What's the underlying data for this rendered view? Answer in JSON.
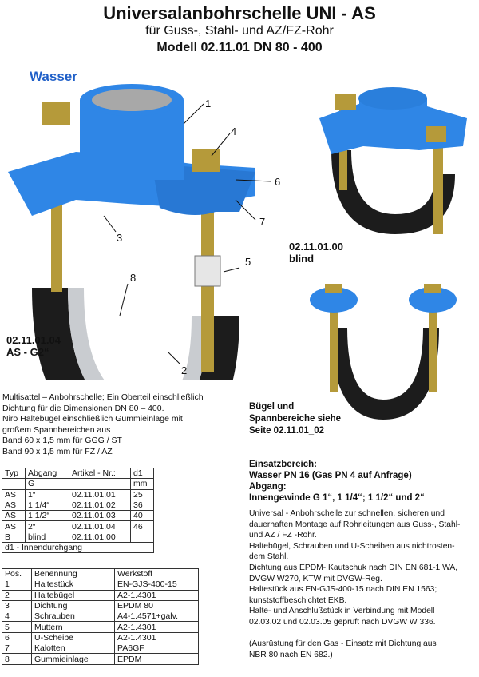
{
  "header": {
    "title": "Universalanbohrschelle  UNI - AS",
    "subtitle": "für Guss-, Stahl- und AZ/FZ-Rohr",
    "model": "Modell 02.11.01    DN 80 - 400"
  },
  "medium_label": "Wasser",
  "callouts": [
    "1",
    "4",
    "6",
    "7",
    "5",
    "3",
    "8",
    "2"
  ],
  "figures": {
    "main_caption": [
      "02.11.01.04",
      "AS - G2“"
    ],
    "blind_caption": [
      "02.11.01.00",
      "blind"
    ],
    "bracket_caption": [
      "Bügel und",
      "Spannbereiche siehe",
      "Seite 02.11.01_02"
    ]
  },
  "description_left": [
    "Multisattel – Anbohrschelle; Ein Oberteil einschließlich",
    "Dichtung für die Dimensionen DN 80 – 400.",
    "Niro Haltebügel einschließlich Gummieinlage mit",
    "großem Spannbereichen aus",
    "Band 60 x 1,5 mm für GGG  / ST",
    "Band 90 x 1,5 mm für FZ / AZ"
  ],
  "variants_table": {
    "headers": [
      "Typ",
      "Abgang",
      "Artikel - Nr.:",
      "d1"
    ],
    "subheaders": [
      "",
      "G",
      "",
      "mm"
    ],
    "rows": [
      [
        "AS",
        "1“",
        "02.11.01.01",
        "25"
      ],
      [
        "AS",
        "1 1/4“",
        "02.11.01.02",
        "36"
      ],
      [
        "AS",
        "1 1/2“",
        "02.11.01.03",
        "40"
      ],
      [
        "AS",
        "2“",
        "02.11.01.04",
        "46"
      ],
      [
        "B",
        "blind",
        "02.11.01.00",
        ""
      ]
    ],
    "footnote": "d1 -  Innendurchgang"
  },
  "parts_table": {
    "headers": [
      "Pos.",
      "Benennung",
      "Werkstoff"
    ],
    "rows": [
      [
        "1",
        "Haltestück",
        "EN-GJS-400-15"
      ],
      [
        "2",
        "Haltebügel",
        "A2-1.4301"
      ],
      [
        "3",
        "Dichtung",
        "EPDM 80"
      ],
      [
        "4",
        "Schrauben",
        "A4-1.4571+galv."
      ],
      [
        "5",
        "Muttern",
        "A2-1.4301"
      ],
      [
        "6",
        "U-Scheibe",
        "A2-1.4301"
      ],
      [
        "7",
        "Kalotten",
        "PA6GF"
      ],
      [
        "8",
        "Gummieinlage",
        "EPDM"
      ]
    ]
  },
  "usage": {
    "heading": "Einsatzbereich:",
    "line1": "Wasser PN 16 (Gas  PN 4 auf Anfrage)",
    "outlet_heading": "Abgang:",
    "line2": "Innengewinde  G 1“, 1 1/4“; 1 1/2“ und 2“"
  },
  "description_right": [
    "Universal - Anbohrschelle zur schnellen, sicheren und",
    "dauerhaften Montage auf Rohrleitungen aus Guss-, Stahl-",
    "und AZ / FZ -Rohr.",
    "Haltebügel, Schrauben und U-Scheiben aus nichtrosten-",
    "dem Stahl.",
    "Dichtung aus  EPDM- Kautschuk  nach DIN EN 681-1 WA,",
    "DVGW W270, KTW mit DVGW-Reg.",
    "Haltestück aus  EN-GJS-400-15 nach DIN EN  1563;",
    "kunststoffbeschichtet EKB.",
    "Halte- und Anschlußstück in Verbindung mit Modell",
    "02.03.02 und 02.03.05 geprüft nach DVGW W 336.",
    "",
    "(Ausrüstung für den Gas - Einsatz mit Dichtung aus",
    "NBR 80 nach EN 682.)"
  ],
  "colors": {
    "blue": "#2f86e6",
    "brass": "#b59a3a",
    "rubber": "#1c1c1c",
    "steel": "#c9ccd0",
    "accent": "#1f5fc8"
  }
}
